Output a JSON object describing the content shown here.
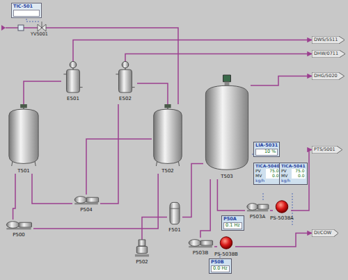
{
  "diagram": {
    "nodes": [
      {
        "text": [
          "TIC-501"
        ]
      },
      {
        "text": [
          "DWS/5511"
        ]
      },
      {
        "text": [
          "DHW/0711"
        ]
      },
      {
        "text": [
          "E501"
        ]
      },
      {
        "text": [
          "E502"
        ]
      },
      {
        "text": [
          "DHG/5020"
        ]
      },
      {
        "text": [
          "T501"
        ]
      },
      {
        "text": [
          "T502"
        ]
      },
      {
        "text": [
          "T503"
        ]
      },
      {
        "text": [
          "LIA-5031",
          "10 %"
        ]
      },
      {
        "text": [
          "PTS/5001"
        ]
      },
      {
        "text": [
          "TICA-5040",
          "PV",
          "75.0",
          "MV",
          "0.0",
          "kg/h"
        ]
      },
      {
        "text": [
          "TICA-5041",
          "PV",
          "75.0",
          "MV",
          "0.0",
          "kg/h"
        ]
      },
      {
        "text": [
          "P504"
        ]
      },
      {
        "text": [
          "F501"
        ]
      },
      {
        "text": [
          "P503A"
        ]
      },
      {
        "text": [
          "PS-5038A"
        ]
      },
      {
        "text": [
          "P50A",
          "0.1 Hz"
        ]
      },
      {
        "text": [
          "P500"
        ]
      },
      {
        "text": [
          "P503B"
        ]
      },
      {
        "text": [
          "PS-5038B"
        ]
      },
      {
        "text": [
          "P502"
        ]
      },
      {
        "text": [
          "DI/COW"
        ]
      },
      {
        "text": [
          "P50B",
          "0.0 Hz"
        ]
      }
    ],
    "edges": [
      {
        "from": 3,
        "to": 1,
        "arrow": "to"
      },
      {
        "from": 4,
        "to": 2,
        "arrow": "to"
      },
      {
        "from": 3,
        "to": 6,
        "arrow": "none"
      },
      {
        "from": 4,
        "to": 7,
        "arrow": "none"
      },
      {
        "from": 6,
        "to": 18,
        "arrow": "none"
      },
      {
        "from": 18,
        "to": 7,
        "arrow": "none"
      },
      {
        "from": 13,
        "to": 6,
        "arrow": "none"
      },
      {
        "from": 21,
        "to": 14,
        "arrow": "none"
      },
      {
        "from": 14,
        "to": 8,
        "arrow": "none"
      },
      {
        "from": 8,
        "to": 15,
        "arrow": "none"
      },
      {
        "from": 8,
        "to": 19,
        "arrow": "none"
      },
      {
        "from": 15,
        "to": 16,
        "arrow": "none"
      },
      {
        "from": 16,
        "to": 10,
        "arrow": "to"
      },
      {
        "from": 19,
        "to": 20,
        "arrow": "none"
      },
      {
        "from": 20,
        "to": 22,
        "arrow": "to"
      },
      {
        "from": 8,
        "to": 5,
        "arrow": "to"
      }
    ],
    "labels": [
      "YV5001"
    ]
  }
}
